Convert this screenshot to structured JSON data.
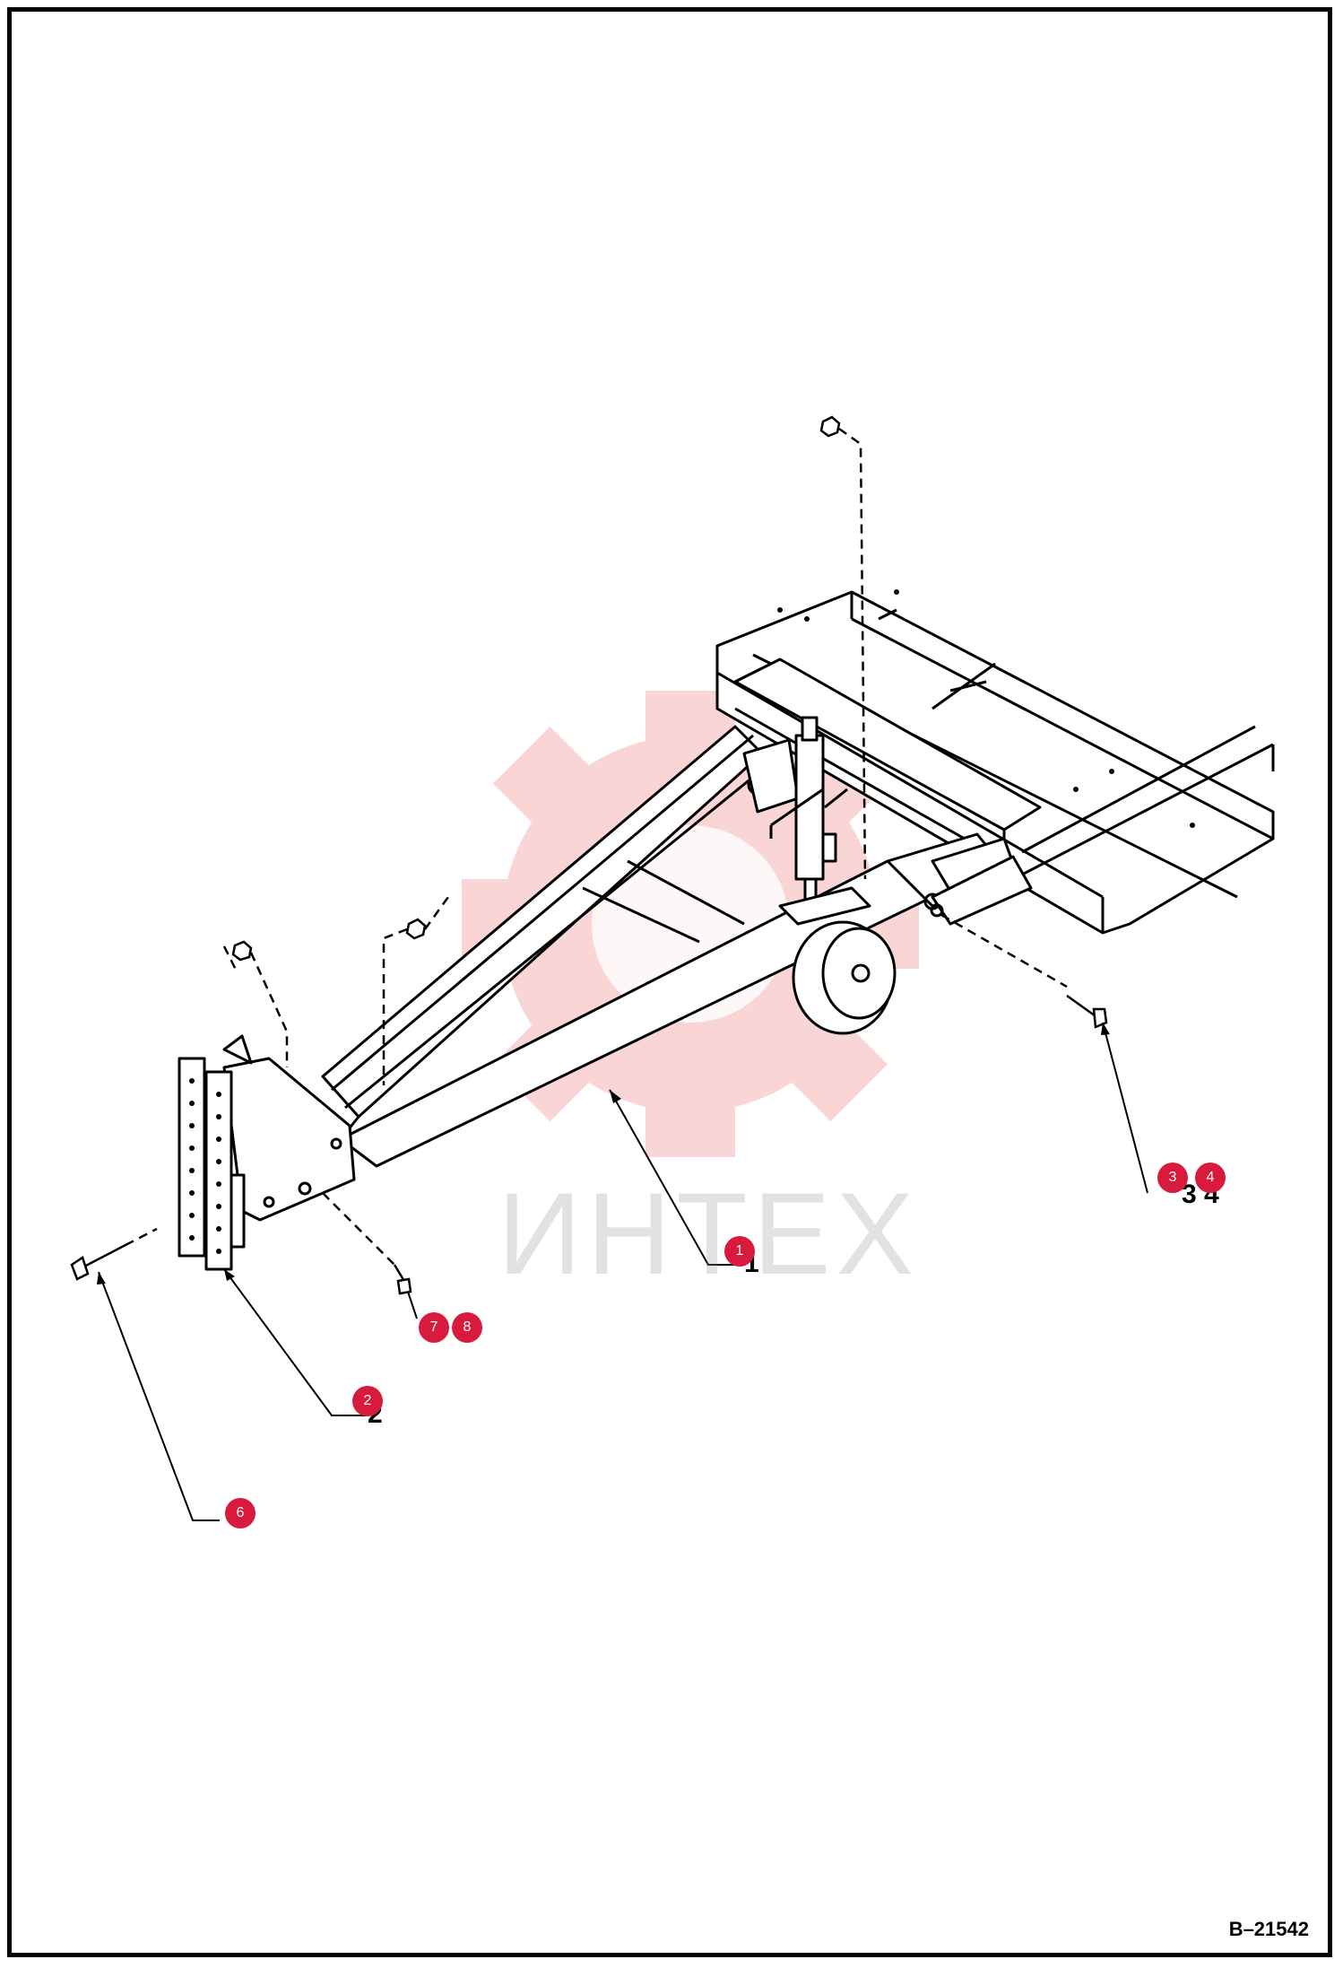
{
  "drawing": {
    "number": "B–21542",
    "watermark": "ИНТЕХ",
    "colors": {
      "line": "#000000",
      "callout": "#d81b3c",
      "watermark": "#f7c8c8"
    }
  },
  "callouts": [
    {
      "id": "1",
      "label": "1"
    },
    {
      "id": "2",
      "label": "2"
    },
    {
      "id": "3",
      "label": "3"
    },
    {
      "id": "4",
      "label": "4"
    },
    {
      "id": "6",
      "label": "6"
    },
    {
      "id": "7",
      "label": "7"
    },
    {
      "id": "8",
      "label": "8"
    }
  ],
  "part_labels": {
    "p1": "1",
    "p2": "2",
    "p34": "3 4"
  }
}
